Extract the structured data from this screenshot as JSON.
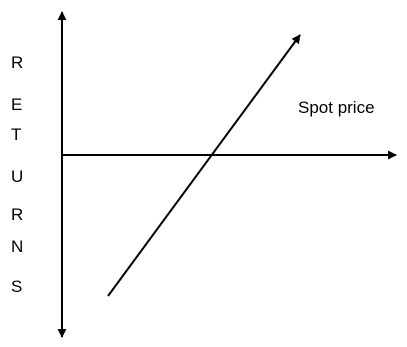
{
  "diagram": {
    "y_axis_letters": [
      "R",
      "E",
      "T",
      "U",
      "R",
      "N",
      "S"
    ],
    "x_axis_label": "Spot price",
    "colors": {
      "line": "#000000",
      "text": "#000000",
      "background": "#ffffff"
    }
  }
}
